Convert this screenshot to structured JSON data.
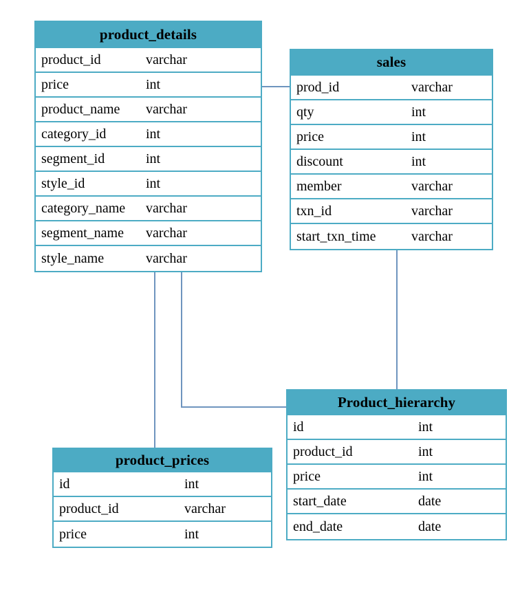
{
  "diagram": {
    "type": "entity-relationship-diagram",
    "title": "",
    "colors": {
      "header_fill": "#4cabc4",
      "table_border": "#4cabc4",
      "connector_line": "#6e94be",
      "text": "#000000",
      "background": "#ffffff"
    },
    "entities": [
      {
        "id": "product_details",
        "name": "product_details",
        "columns": [
          {
            "name": "product_id",
            "type": "varchar"
          },
          {
            "name": "price",
            "type": "int"
          },
          {
            "name": "product_name",
            "type": "varchar"
          },
          {
            "name": "category_id",
            "type": "int"
          },
          {
            "name": "segment_id",
            "type": "int"
          },
          {
            "name": "style_id",
            "type": "int"
          },
          {
            "name": "category_name",
            "type": "varchar"
          },
          {
            "name": "segment_name",
            "type": "varchar"
          },
          {
            "name": "style_name",
            "type": "varchar"
          }
        ]
      },
      {
        "id": "sales",
        "name": "sales",
        "columns": [
          {
            "name": "prod_id",
            "type": "varchar"
          },
          {
            "name": "qty",
            "type": "int"
          },
          {
            "name": "price",
            "type": "int"
          },
          {
            "name": "discount",
            "type": "int"
          },
          {
            "name": "member",
            "type": "varchar"
          },
          {
            "name": "txn_id",
            "type": "varchar"
          },
          {
            "name": "start_txn_time",
            "type": "varchar"
          }
        ]
      },
      {
        "id": "Product_hierarchy",
        "name": "Product_hierarchy",
        "columns": [
          {
            "name": "id",
            "type": "int"
          },
          {
            "name": "product_id",
            "type": "int"
          },
          {
            "name": "price",
            "type": "int"
          },
          {
            "name": "start_date",
            "type": "date"
          },
          {
            "name": "end_date",
            "type": "date"
          }
        ]
      },
      {
        "id": "product_prices",
        "name": "product_prices",
        "columns": [
          {
            "name": "id",
            "type": "int"
          },
          {
            "name": "product_id",
            "type": "varchar"
          },
          {
            "name": "price",
            "type": "int"
          }
        ]
      }
    ],
    "relationships": [
      {
        "id": "rel-product_details-sales",
        "from": "product_details",
        "to": "sales"
      },
      {
        "id": "rel-product_details-product_prices",
        "from": "product_details",
        "to": "product_prices"
      },
      {
        "id": "rel-product_details-product_hierarchy",
        "from": "product_details",
        "to": "Product_hierarchy"
      },
      {
        "id": "rel-sales-product_hierarchy",
        "from": "sales",
        "to": "Product_hierarchy"
      }
    ]
  }
}
